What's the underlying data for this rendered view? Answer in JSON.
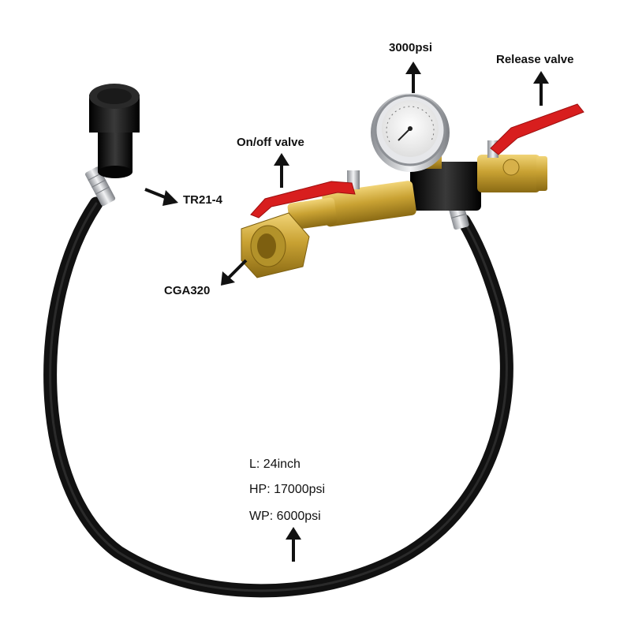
{
  "callouts": {
    "gauge_pressure": "3000psi",
    "release_valve": "Release valve",
    "on_off_valve": "On/off valve",
    "tr21": "TR21-4",
    "cga320": "CGA320"
  },
  "specs": {
    "length": "L: 24inch",
    "hp": "HP: 17000psi",
    "wp": "WP: 6000psi"
  },
  "colors": {
    "hose": "#111111",
    "brass": "#c9a233",
    "valve_handle": "#d81e1e",
    "fitting_black": "#0d0d0d",
    "chrome": "#c9ccd0"
  }
}
